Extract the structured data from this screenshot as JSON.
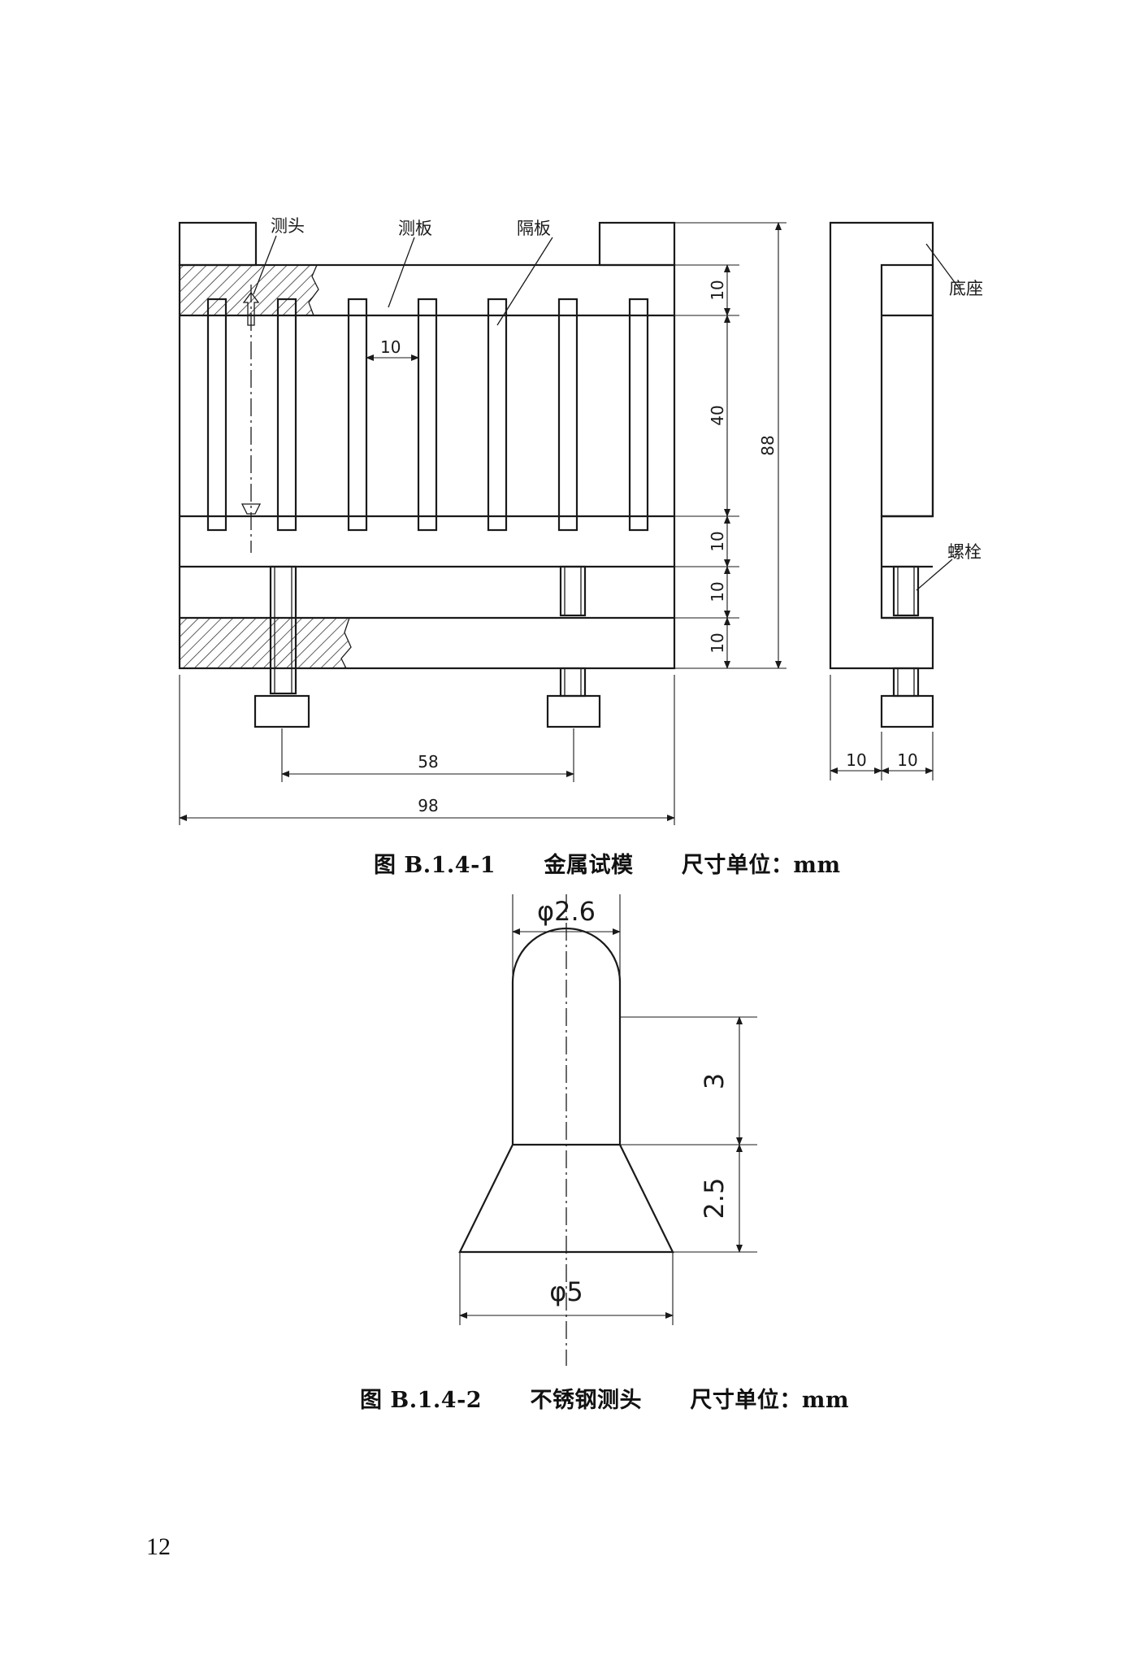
{
  "figure1": {
    "caption_id": "图 B.1.4-1",
    "caption_title": "金属试模",
    "caption_unit": "尺寸单位：mm",
    "labels": {
      "probe": "测头",
      "measure_plate": "测板",
      "partition_plate": "隔板",
      "base": "底座",
      "bolt": "螺栓"
    },
    "dims": {
      "gap": "10",
      "v1": "10",
      "v2": "40",
      "v3": "10",
      "v4": "10",
      "v5": "10",
      "total_h": "88",
      "bolt_spacing": "58",
      "total_w": "98",
      "side1": "10",
      "side2": "10"
    }
  },
  "figure2": {
    "caption_id": "图 B.1.4-2",
    "caption_title": "不锈钢测头",
    "caption_unit": "尺寸单位：mm",
    "dims": {
      "top_dia": "φ2.6",
      "h1": "3",
      "h2": "2.5",
      "bottom_dia": "φ5"
    }
  },
  "page_number": "12"
}
